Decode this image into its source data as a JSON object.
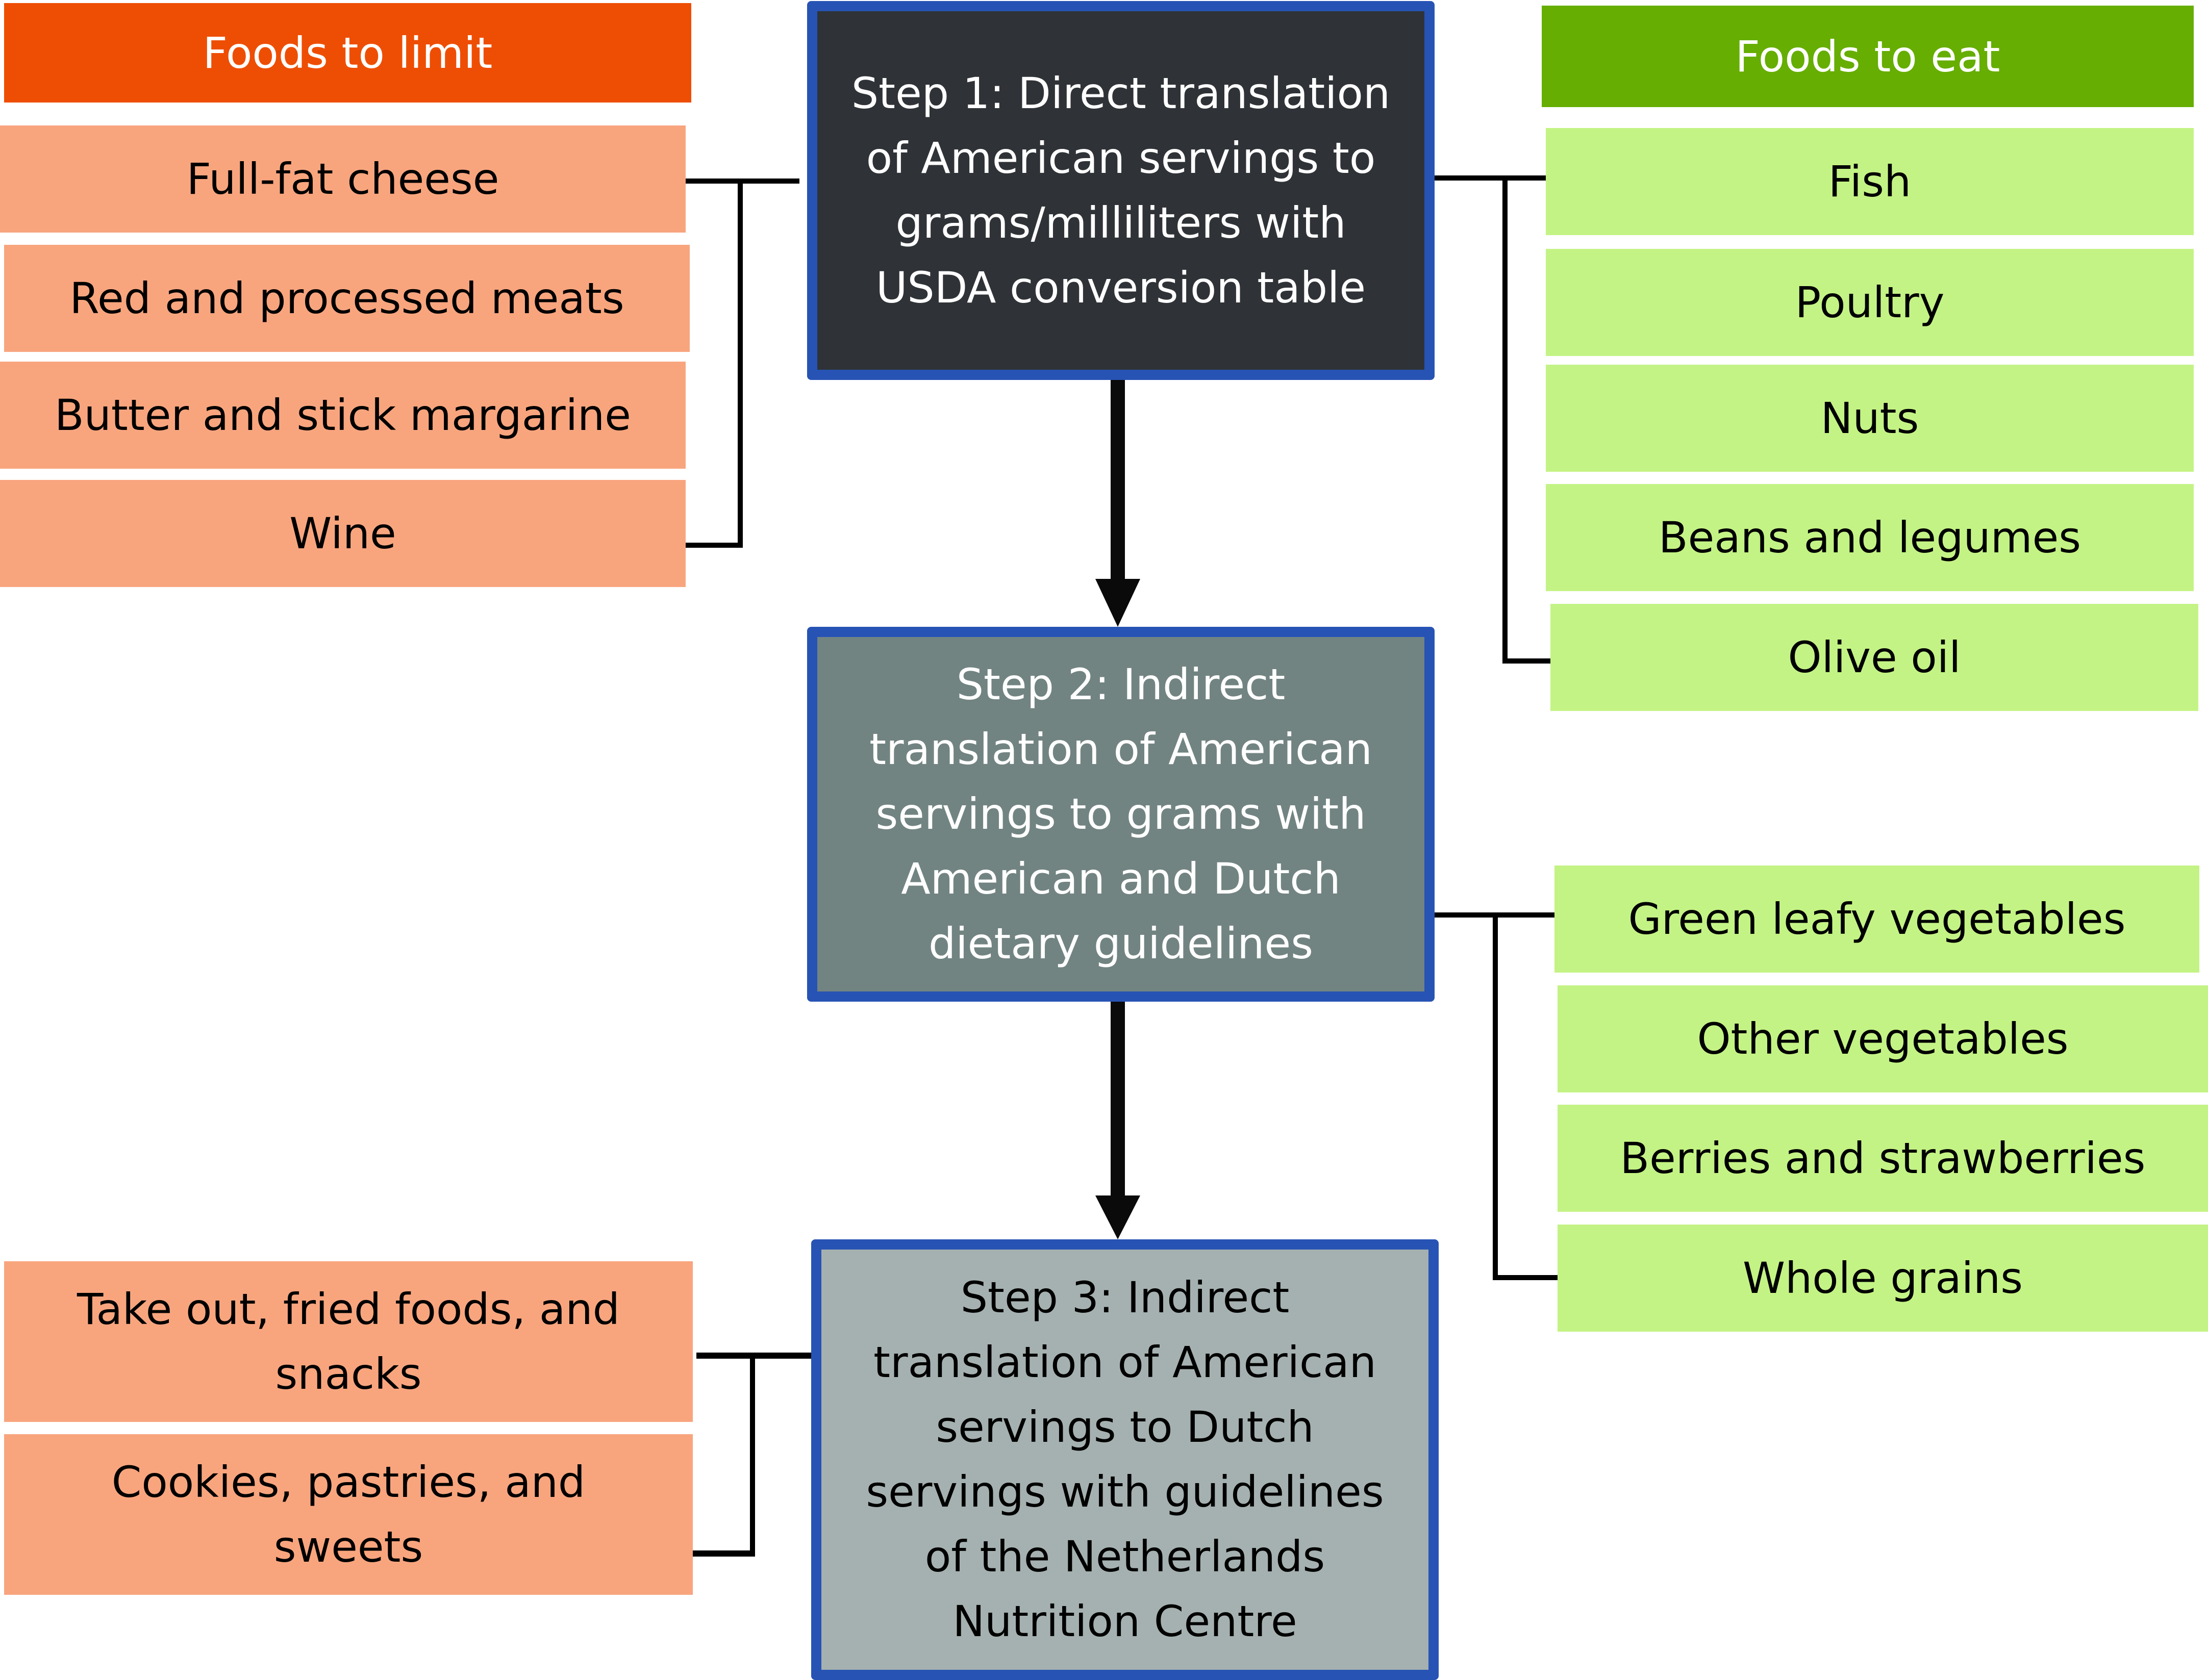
{
  "foods_to_limit": {
    "header": "Foods to limit",
    "group_step1": [
      "Full-fat cheese",
      "Red and processed meats",
      "Butter and stick margarine",
      "Wine"
    ],
    "group_step3": [
      "Take out, fried foods, and snacks",
      "Cookies, pastries, and sweets"
    ]
  },
  "foods_to_eat": {
    "header": "Foods to eat",
    "group_step1": [
      "Fish",
      "Poultry",
      "Nuts",
      "Beans and legumes",
      "Olive oil"
    ],
    "group_step2": [
      "Green leafy vegetables",
      "Other vegetables",
      "Berries and strawberries",
      "Whole grains"
    ]
  },
  "steps": [
    {
      "label": "Step 1: Direct translation of American servings to grams/milliliters with USDA conversion table"
    },
    {
      "label": "Step 2: Indirect translation of American servings to grams with American and Dutch dietary guidelines"
    },
    {
      "label": "Step 3: Indirect translation of American servings to Dutch servings with guidelines of the Netherlands Nutrition Centre"
    }
  ],
  "colors": {
    "limit_header": "#ee4e03",
    "limit_item": "#f8a57e",
    "eat_header": "#66ae02",
    "eat_item": "#c4f385",
    "step_border": "#2753b4",
    "step1_fill": "#2f3337",
    "step2_fill": "#728482",
    "step3_fill": "#a5b1b0"
  }
}
